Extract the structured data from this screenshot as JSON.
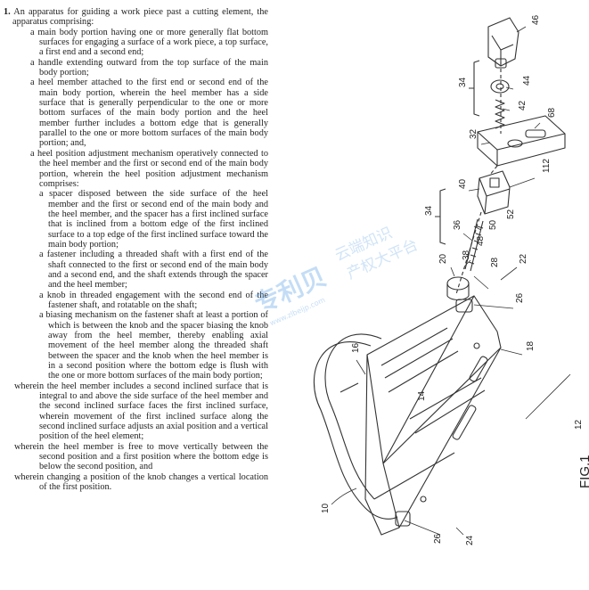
{
  "claim": {
    "paragraphs": [
      {
        "level": "l0",
        "number": "1.",
        "text": "An apparatus for guiding a work piece past a cutting element, the apparatus comprising:"
      },
      {
        "level": "l1",
        "text": "a main body portion having one or more generally flat bottom surfaces for engaging a surface of a work piece, a top surface, a first end and a second end;"
      },
      {
        "level": "l1",
        "text": "a handle extending outward from the top surface of the main body portion;"
      },
      {
        "level": "l1",
        "text": "a heel member attached to the first end or second end of the main body portion, wherein the heel member has a side surface that is generally perpendicular to the one or more bottom surfaces of the main body portion and the heel member further includes a bottom edge that is generally parallel to the one or more bottom surfaces of the main body portion; and,"
      },
      {
        "level": "l1",
        "text": "a heel position adjustment mechanism operatively connected to the heel member and the first or second end of the main body portion, wherein the heel position adjustment mechanism comprises:"
      },
      {
        "level": "l2",
        "text": "a spacer disposed between the side surface of the heel member and the first or second end of the main body and the heel member, and the spacer has a first inclined surface that is inclined from a bottom edge of the first inclined surface to a top edge of the first inclined surface toward the main body portion;"
      },
      {
        "level": "l2",
        "text": "a fastener including a threaded shaft with a first end of the shaft connected to the first or second end of the main body and a second end, and the shaft extends through the spacer and the heel member;"
      },
      {
        "level": "l2",
        "text": "a knob in threaded engagement with the second end of the fastener shaft, and rotatable on the shaft;"
      },
      {
        "level": "l2",
        "text": "a biasing mechanism on the fastener shaft at least a portion of which is between the knob and the spacer biasing the knob away from the heel member, thereby enabling axial movement of the heel member along the threaded shaft between the spacer and the knob when the heel member is in a second position where the bottom edge is flush with the one or more bottom surfaces of the main body portion;"
      },
      {
        "level": "lw",
        "text": "wherein the heel member includes a second inclined surface that is integral to and above the side surface of the heel member and the second inclined surface faces the first inclined surface, wherein movement of the first inclined surface along the second inclined surface adjusts an axial position and a vertical position of the heel element;"
      },
      {
        "level": "lw",
        "text": "wherein the heel member is free to move vertically between the second position and a first position where the bottom edge is below the second position, and"
      },
      {
        "level": "lw",
        "text": "wherein changing a position of the knob changes a vertical location of the first position."
      }
    ]
  },
  "figure": {
    "caption": "FIG.1",
    "labels": {
      "n46": "46",
      "n34a": "34",
      "n44": "44",
      "n42": "42",
      "n68": "68",
      "n32": "32",
      "n40": "40",
      "n112": "112",
      "n34b": "34",
      "n50": "50",
      "n52": "52",
      "n36": "36",
      "n48": "48",
      "n20": "20",
      "n38": "38",
      "n28": "28",
      "n22": "22",
      "n26a": "26",
      "n16": "16",
      "n18": "18",
      "n14": "14",
      "n12": "12",
      "n10": "10",
      "n26b": "26",
      "n24": "24"
    }
  },
  "watermark": {
    "brand": "专利贝",
    "line1": "云端知识",
    "line2": "产权大平台",
    "url": "www.zlbeijp.com"
  }
}
